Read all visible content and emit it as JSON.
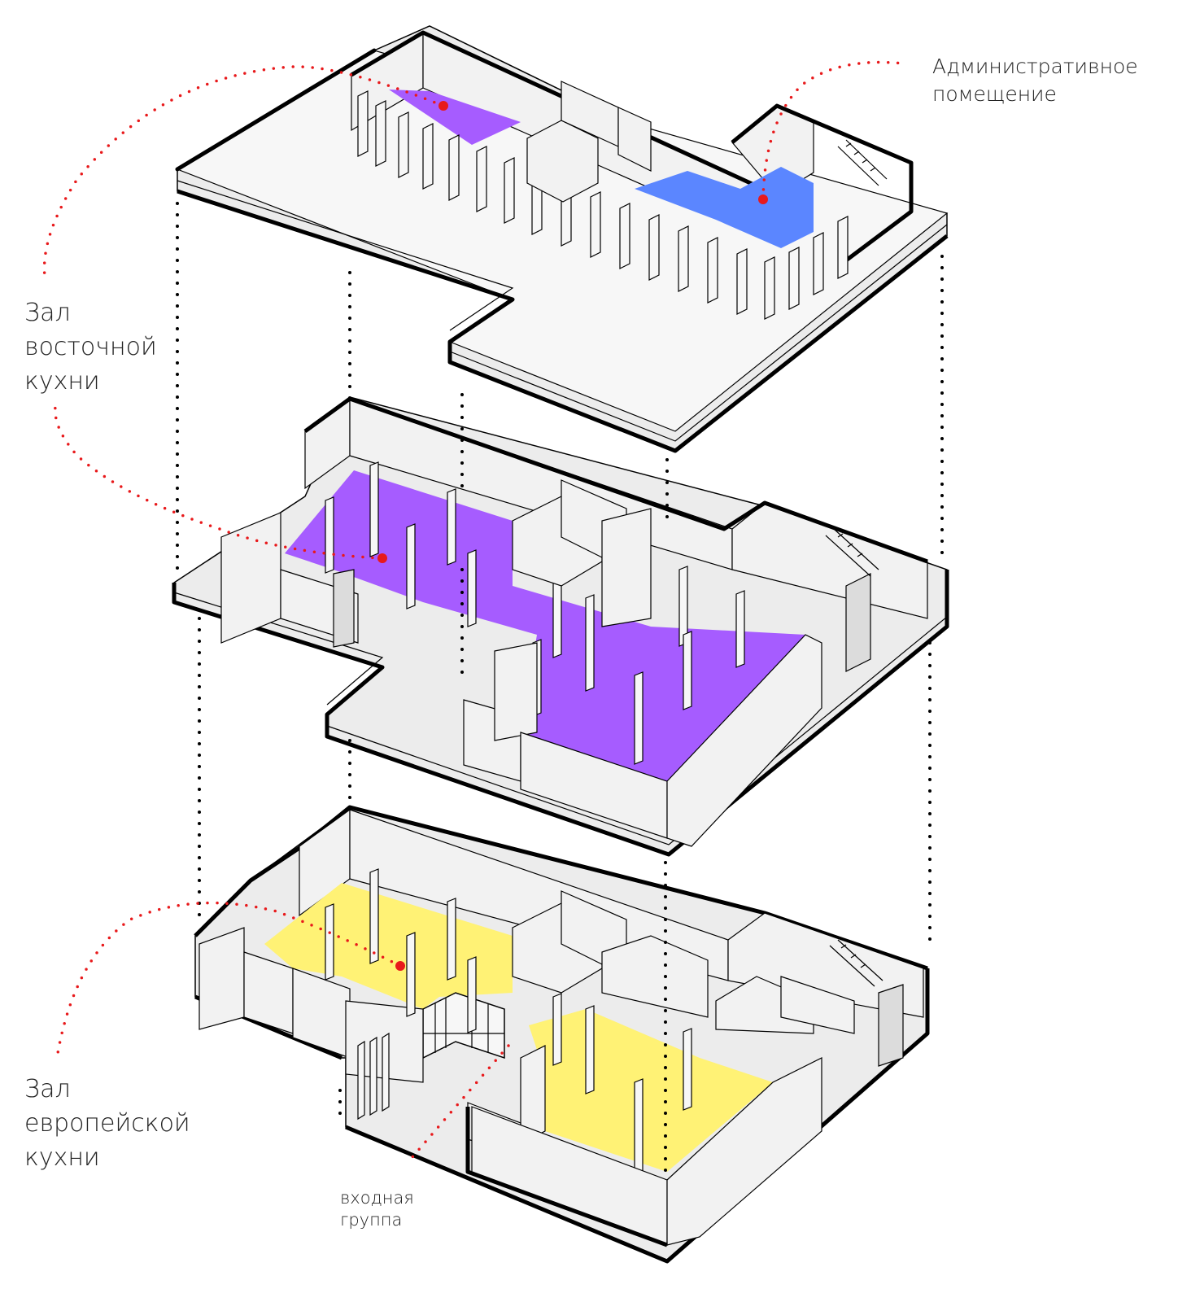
{
  "labels": {
    "east_hall": "Зал\nвосточной\nкухни",
    "euro_hall": "Зал\nевропейской\nкухни",
    "admin": "Административное\nпомещение",
    "entrance": "входная\nгруппа"
  },
  "colors": {
    "east_hall_fill": "#a65cff",
    "euro_hall_fill": "#fff275",
    "admin_fill": "#5b86ff",
    "leader_dots": "#e8191b",
    "outline": "#000000",
    "wall": "#f0f0f0"
  }
}
